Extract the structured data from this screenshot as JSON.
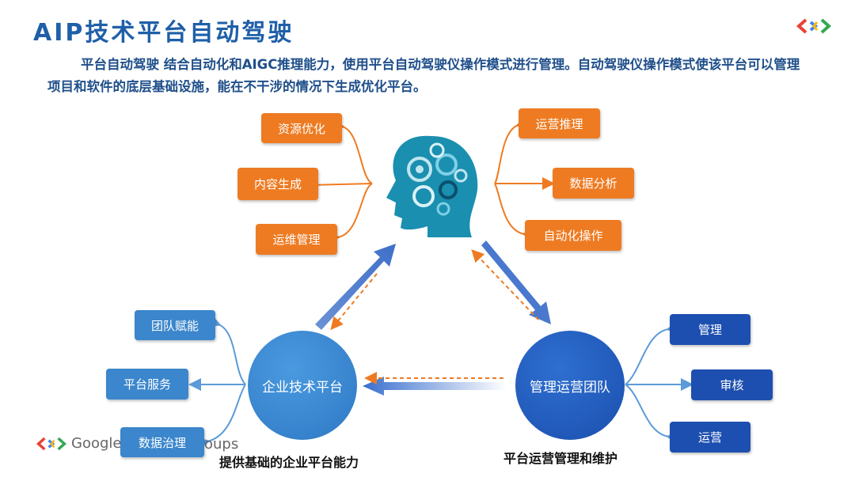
{
  "title": "AIP技术平台自动驾驶",
  "intro": "平台自动驾驶 结合自动化和AIGC推理能力，使用平台自动驾驶仪操作模式进行管理。自动驾驶仪操作模式使该平台可以管理项目和软件的底层基础设施，能在不干涉的情况下生成优化平台。",
  "left_top_boxes": [
    "资源优化",
    "内容生成",
    "运维管理"
  ],
  "right_top_boxes": [
    "运营推理",
    "数据分析",
    "自动化操作"
  ],
  "left_bottom_boxes": [
    "团队赋能",
    "平台服务",
    "数据治理"
  ],
  "right_bottom_boxes": [
    "管理",
    "审核",
    "运营"
  ],
  "circle_left": "企业技术平台",
  "circle_right": "管理运营团队",
  "caption_left": "提供基础的企业平台能力",
  "caption_right": "平台运营管理和维护",
  "watermark_left": "Google",
  "watermark_right": "oups",
  "colors": {
    "orange": "#ee7b22",
    "light_blue": "#3b86cc",
    "dark_blue": "#1d4fb0",
    "title": "#1f5fa8",
    "head": "#1a8fb0"
  },
  "icons": [
    "brain-gears-head-icon",
    "google-logo-icon"
  ]
}
